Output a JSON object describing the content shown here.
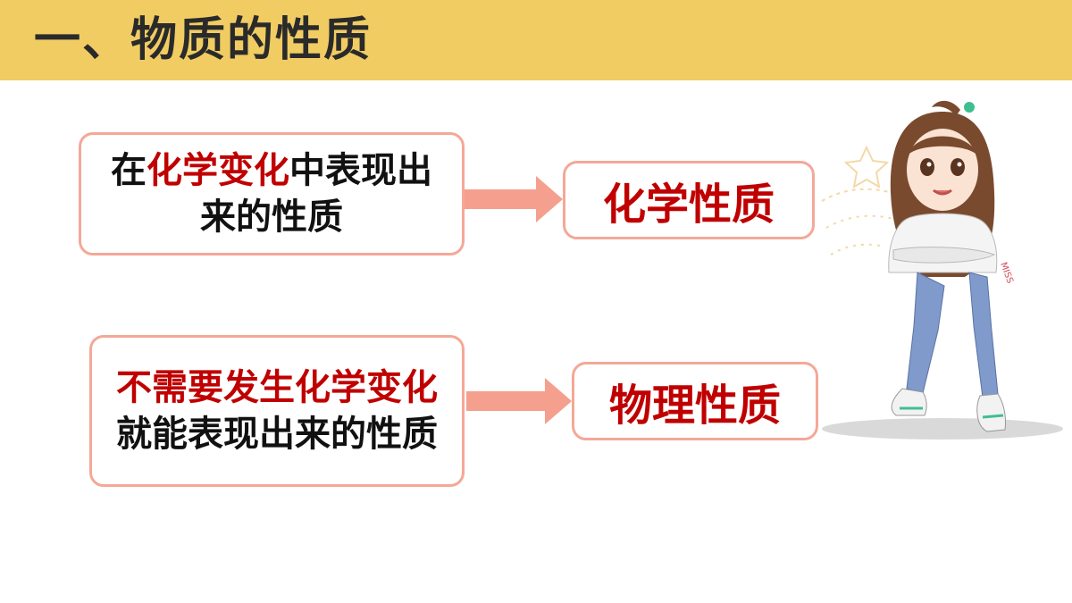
{
  "header": {
    "title": "一、物质的性质",
    "background": "#f0cc63"
  },
  "rows": [
    {
      "definition": {
        "highlight": "化学变化",
        "pre": "在",
        "post": "中表现出来的性质"
      },
      "result": "化学性质"
    },
    {
      "definition": {
        "highlight": "不需要发生化学变化",
        "post": "就能表现出来的性质"
      },
      "result": "物理性质"
    }
  ],
  "colors": {
    "accent_red": "#c00000",
    "box_border": "#f4a897",
    "arrow": "#f5a08e"
  },
  "icons": {
    "arrow": "right-arrow-icon",
    "figure": "cartoon-girl-illustration"
  }
}
